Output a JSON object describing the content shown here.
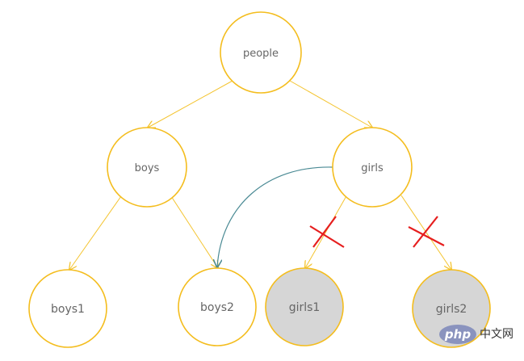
{
  "nodes": {
    "people": "people",
    "boys": "boys",
    "girls": "girls",
    "boys1": "boys1",
    "boys2": "boys2",
    "girls1": "girls1",
    "girls2": "girls2"
  },
  "watermark": {
    "logo": "php",
    "text": "中文网"
  },
  "colors": {
    "node_stroke": "#f4bd1e",
    "edge": "#f4c430",
    "highlight_arrow": "#4a8a94",
    "cross": "#e61e1e",
    "disabled_fill": "#d6d6d6",
    "label": "#666666"
  },
  "legend": {
    "grey_fill_nodes": [
      "girls1",
      "girls2"
    ],
    "crossed_edges": [
      "girls-girls1",
      "girls-girls2"
    ]
  }
}
